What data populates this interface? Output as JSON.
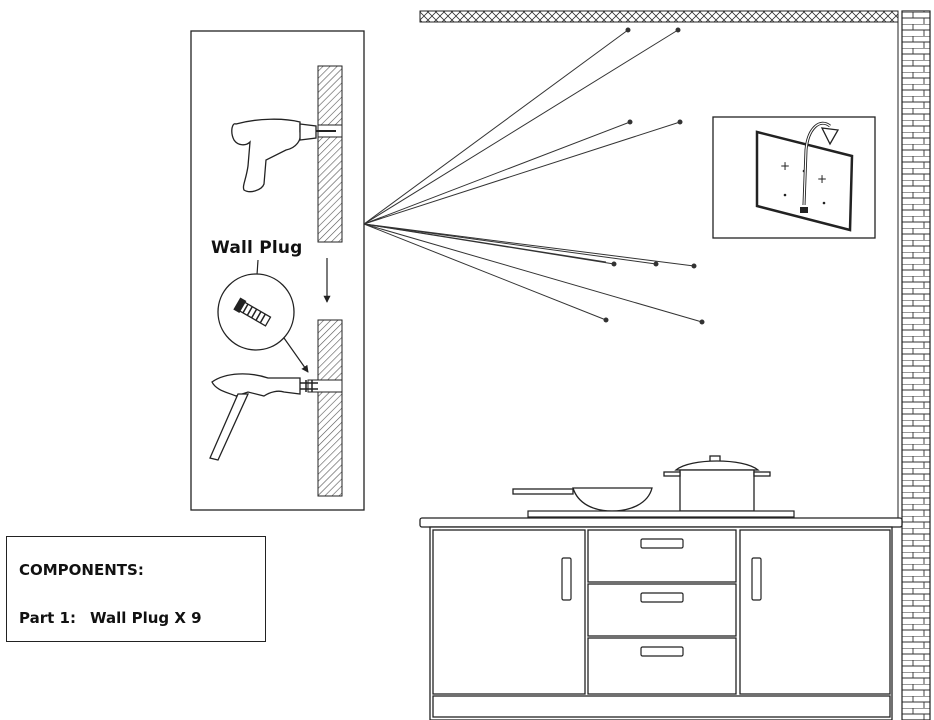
{
  "callout": {
    "label": "Wall Plug"
  },
  "components": {
    "title": "COMPONENTS:",
    "part_label": "Part 1:",
    "part_value": "Wall Plug X 9"
  },
  "icons": [
    "drill-icon",
    "hammer-icon",
    "wall-plug-icon",
    "cooking-pot-icon",
    "frying-pan-icon",
    "template-sheet-icon",
    "rotate-arrow-icon"
  ],
  "colors": {
    "line": "#222222",
    "hatch": "#555555",
    "background": "#ffffff"
  }
}
